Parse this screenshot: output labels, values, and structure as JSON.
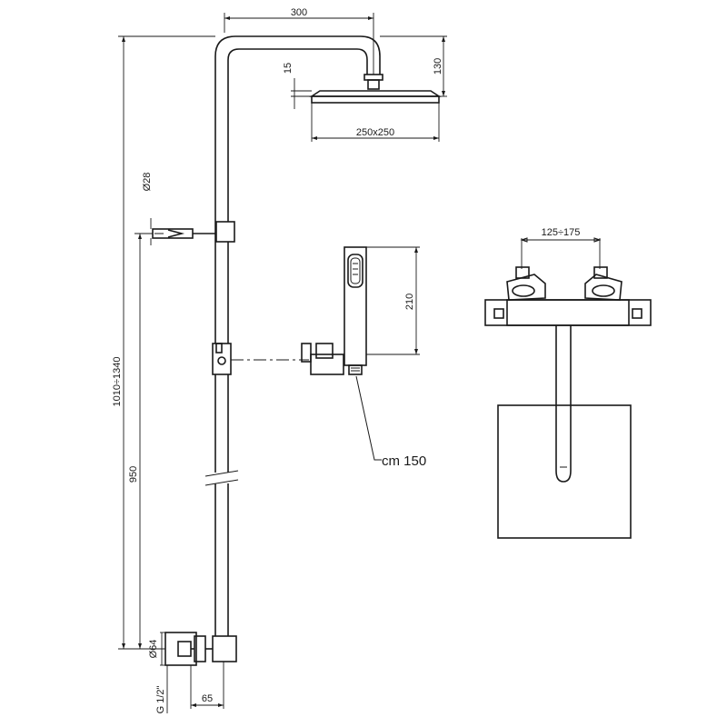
{
  "dimensions": {
    "arm_length": "300",
    "head_offset": "15",
    "head_height": "130",
    "head_size": "250x250",
    "support_diameter": "Ø28",
    "total_height": "1010÷1340",
    "handshower_height": "210",
    "hose_length": "cm 150",
    "mixer_height": "950",
    "mixer_diameter": "Ø64",
    "connection": "G 1/2\"",
    "wall_offset": "65",
    "inlet_centers": "125÷175"
  }
}
